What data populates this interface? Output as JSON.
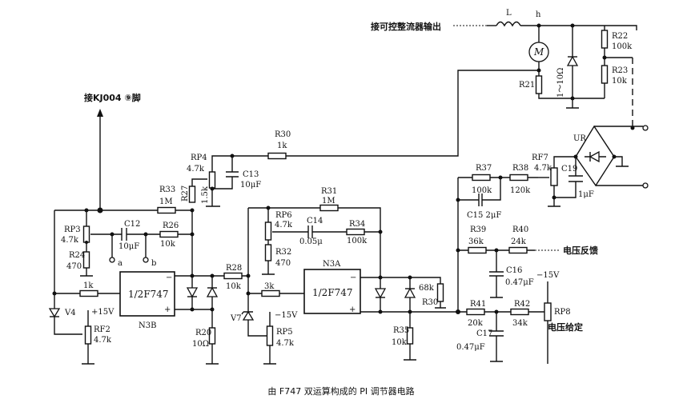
{
  "caption": "由 F747 双运算构成的 PI 调节器电路",
  "labels": {
    "source": "接可控整流器输出",
    "L": "L",
    "h": "h",
    "M": "M",
    "R21": "R21",
    "R21_val": "1～10Ω",
    "R22": "R22",
    "R22_val": "100k",
    "R23": "R23",
    "R23_val": "10k",
    "UR": "UR",
    "R30a": "R30",
    "R30a_val": "1k",
    "RP4": "RP4",
    "RP4_val": "4.7k",
    "C13": "C13",
    "C13_val": "10μF",
    "R27": "R27",
    "R27_val": "1.5k",
    "R33": "R33",
    "R33_val": "1M",
    "kj004": "接KJ004 ⑨脚",
    "RP3": "RP3",
    "RP3_val": "4.7k",
    "C12": "C12",
    "C12_val": "10μF",
    "R26": "R26",
    "R26_val": "10k",
    "R24": "R24",
    "R24_val": "470",
    "a": "a",
    "b": "b",
    "R1k": "1k",
    "N3B_chip": "1/2F747",
    "N3B": "N3B",
    "minus": "−",
    "plus": "+",
    "V4": "V4",
    "p15": "+15V",
    "RF2": "RF2",
    "RF2_val": "4.7k",
    "R28": "R28",
    "R28_val": "10k",
    "R20": "R20",
    "R20_val": "10Ω",
    "R31": "R31",
    "R31_val": "1M",
    "RP6": "RP6",
    "RP6_val": "4.7k",
    "C14": "C14",
    "C14_val": "0.05μ",
    "R34": "R34",
    "R34_val": "100k",
    "R32": "R32",
    "R32_val": "470",
    "N3A_chip": "1/2F747",
    "N3A": "N3A",
    "R3k": "3k",
    "V7": "V7",
    "m15": "−15V",
    "RP5": "RP5",
    "RP5_val": "4.7k",
    "R30b": "R30",
    "R30b_val": "68k",
    "R35": "R35",
    "R35_val": "10k",
    "R37": "R37",
    "R37_val": "100k",
    "R38": "R38",
    "R38_val": "120k",
    "RF7": "RF7",
    "RF7_val": "4.7k",
    "C19": "C19",
    "C19_val": "1μF",
    "C15": "C15 2μF",
    "R39": "R39",
    "R39_val": "36k",
    "R40": "R40",
    "R40_val": "24k",
    "vfb": "电压反馈",
    "C16": "C16",
    "C16_val": "0.47μF",
    "m15b": "−15V",
    "R41": "R41",
    "R41_val": "20k",
    "R42": "R42",
    "R42_val": "34k",
    "C17": "C17",
    "C17_val": "0.47μF",
    "RP8": "RP8",
    "vset": "电压给定"
  }
}
